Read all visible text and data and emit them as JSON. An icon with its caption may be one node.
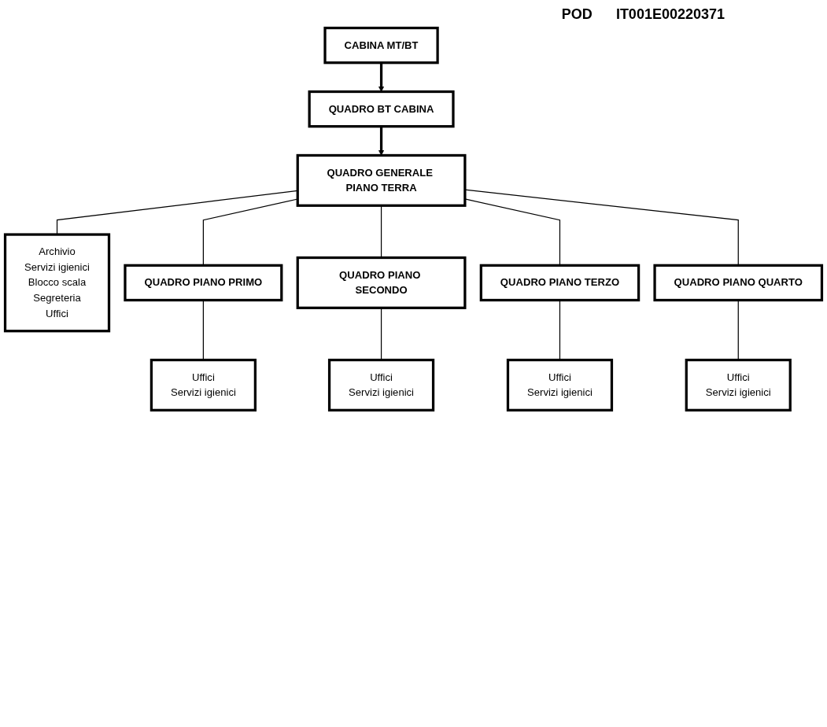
{
  "diagram": {
    "nodes": [
      {
        "text": [
          "CABINA MT/BT"
        ]
      },
      {
        "text": [
          "QUADRO BT CABINA"
        ]
      },
      {
        "text": [
          "QUADRO GENERALE PIANO TERRA"
        ]
      },
      {
        "text": [
          "Archivio",
          "Servizi igienici",
          "Blocco scala",
          "Segreteria",
          "Uffici"
        ]
      },
      {
        "text": [
          "QUADRO PIANO PRIMO"
        ]
      },
      {
        "text": [
          "Uffici",
          "Servizi igienici"
        ]
      },
      {
        "text": [
          "QUADRO PIANO SECONDO"
        ]
      },
      {
        "text": [
          "Uffici",
          "Servizi igienici"
        ]
      },
      {
        "text": [
          "QUADRO PIANO TERZO"
        ]
      },
      {
        "text": [
          "Uffici",
          "Servizi igienici"
        ]
      },
      {
        "text": [
          "QUADRO PIANO QUARTO"
        ]
      },
      {
        "text": [
          "Uffici",
          "Servizi igienici"
        ]
      }
    ],
    "edges": [
      {
        "from": 0,
        "to": 1,
        "arrow": "to",
        "style": "thick"
      },
      {
        "from": 1,
        "to": 2,
        "arrow": "to",
        "style": "thick"
      },
      {
        "from": 2,
        "to": 3,
        "arrow": "none"
      },
      {
        "from": 2,
        "to": 4,
        "arrow": "none"
      },
      {
        "from": 2,
        "to": 6,
        "arrow": "none"
      },
      {
        "from": 2,
        "to": 8,
        "arrow": "none"
      },
      {
        "from": 2,
        "to": 10,
        "arrow": "none"
      },
      {
        "from": 4,
        "to": 5,
        "arrow": "none"
      },
      {
        "from": 6,
        "to": 7,
        "arrow": "none"
      },
      {
        "from": 8,
        "to": 9,
        "arrow": "none"
      },
      {
        "from": 10,
        "to": 11,
        "arrow": "none"
      }
    ],
    "labels": [
      "POD",
      "IT001E00220371"
    ]
  }
}
